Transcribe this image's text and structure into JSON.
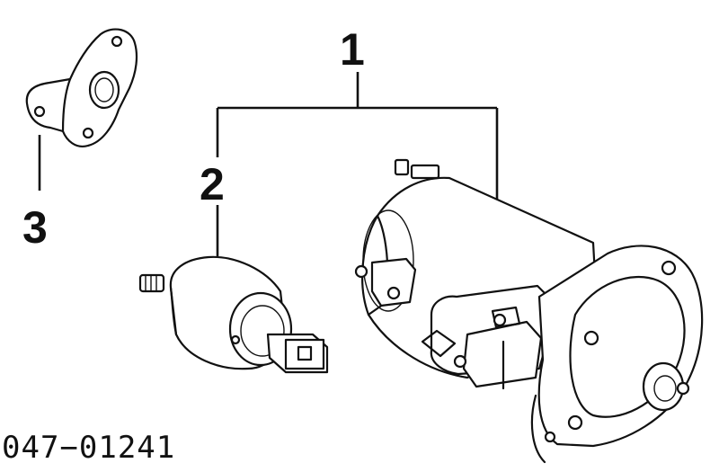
{
  "callouts": {
    "part1": "1",
    "part2": "2",
    "part3": "3"
  },
  "diagram_code": "047−01241"
}
